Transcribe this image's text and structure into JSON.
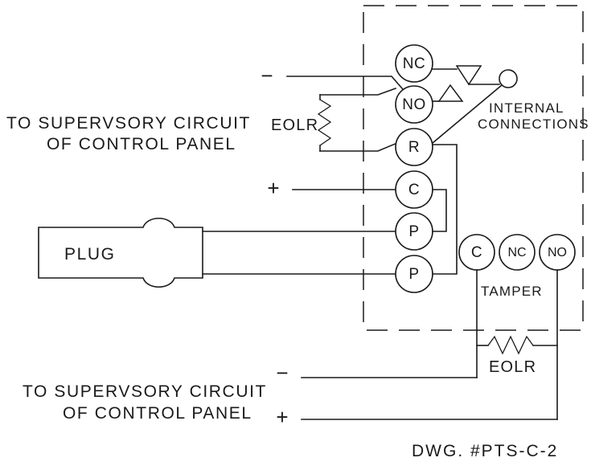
{
  "drawing": {
    "title": "Plug tamper supervisory circuit wiring diagram",
    "drawing_number_label": "DWG. #PTS-C-2",
    "line_color": "#1a1a1a",
    "background_color": "#ffffff"
  },
  "left_notes": {
    "upper": {
      "line1": "TO SUPERVSORY CIRCUIT",
      "line2": "OF CONTROL PANEL"
    },
    "lower": {
      "line1": "TO SUPERVSORY CIRCUIT",
      "line2": "OF CONTROL PANEL"
    }
  },
  "polarity": {
    "upper_minus": "−",
    "upper_plus": "+",
    "lower_minus": "−",
    "lower_plus": "+"
  },
  "plug": {
    "label": "PLUG"
  },
  "resistors": {
    "upper": {
      "label": "EOLR",
      "orientation": "vertical"
    },
    "lower": {
      "label": "EOLR",
      "orientation": "horizontal"
    }
  },
  "terminal_block": {
    "caption": "",
    "terminals": [
      {
        "label": "NC"
      },
      {
        "label": "NO"
      },
      {
        "label": "R"
      },
      {
        "label": "C"
      },
      {
        "label": "P"
      },
      {
        "label": "P"
      }
    ]
  },
  "internal_connections": {
    "label_line1": "INTERNAL",
    "label_line2": "CONNECTIONS"
  },
  "tamper": {
    "caption": "TAMPER",
    "terminals": [
      {
        "label": "C"
      },
      {
        "label": "NC"
      },
      {
        "label": "NO"
      }
    ]
  }
}
